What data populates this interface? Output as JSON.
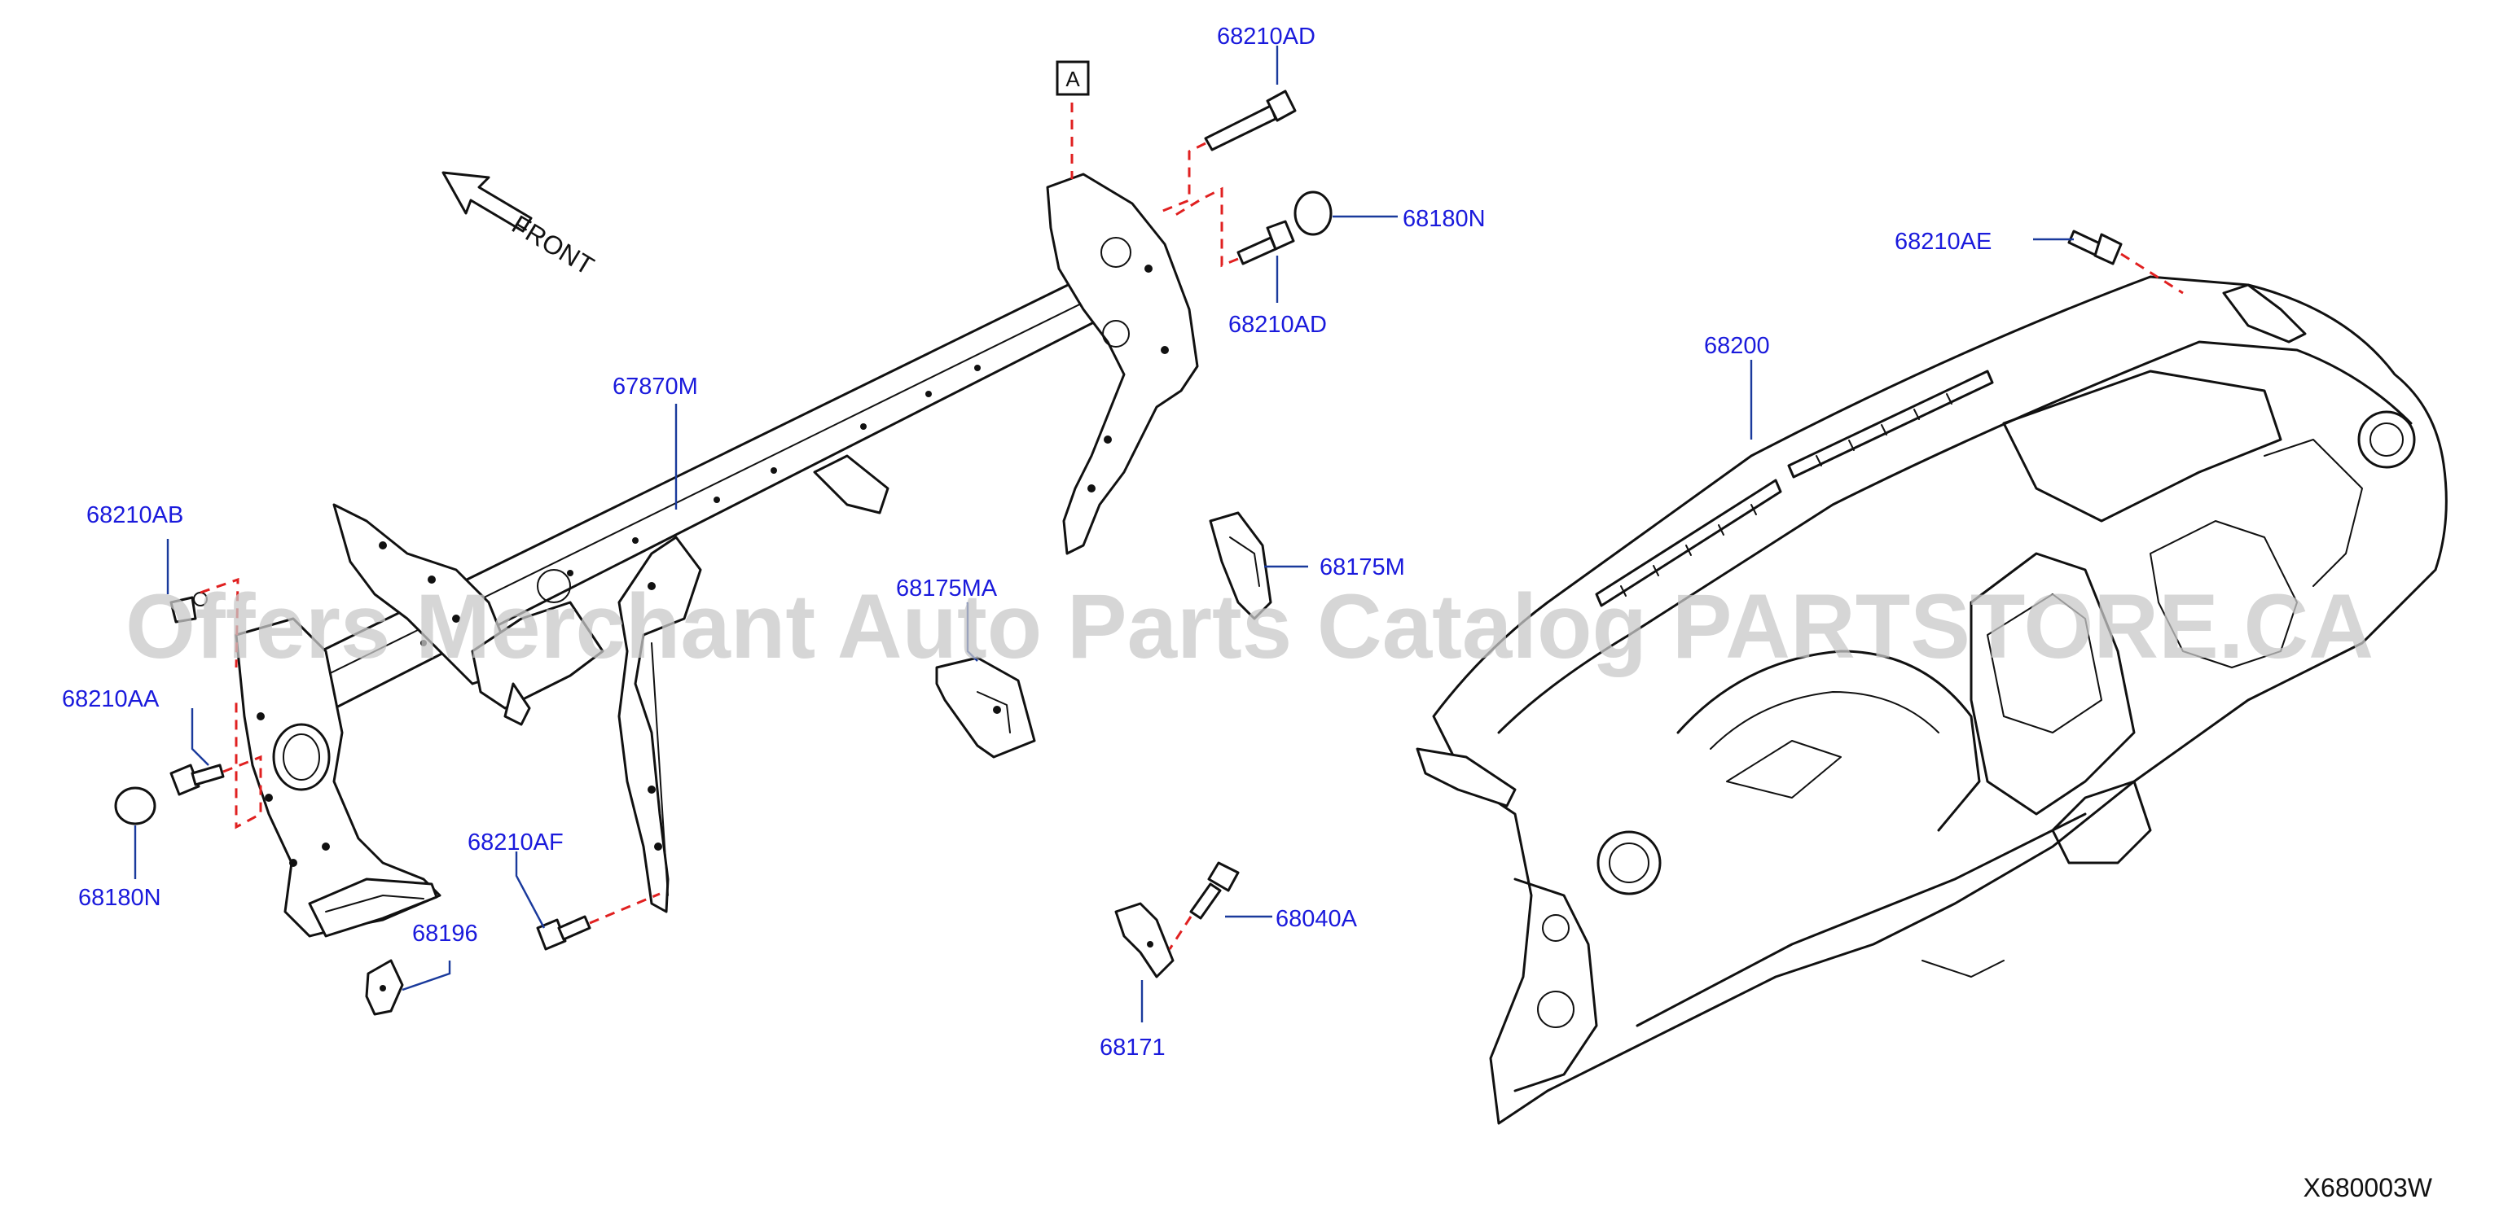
{
  "colors": {
    "label": "#1a1adc",
    "leader": "#1a3a9c",
    "dashed": "#e02020",
    "ink": "#111111",
    "watermark": "#c8c8c8"
  },
  "watermark": "Offers Merchant Auto Parts Catalog PARTSTORE.CA",
  "direction_label": "FRONT",
  "view_ref_box": "A",
  "diagram_ref": "X680003W",
  "labels": {
    "p68210AD_top": "68210AD",
    "p68180N_right": "68180N",
    "p68210AD_mid": "68210AD",
    "p68210AE": "68210AE",
    "p68200": "68200",
    "p67870M": "67870M",
    "p68210AB": "68210AB",
    "p68210AA": "68210AA",
    "p68180N_left": "68180N",
    "p68175MA": "68175MA",
    "p68175M": "68175M",
    "p68210AF": "68210AF",
    "p68196": "68196",
    "p68040A": "68040A",
    "p68171": "68171"
  }
}
